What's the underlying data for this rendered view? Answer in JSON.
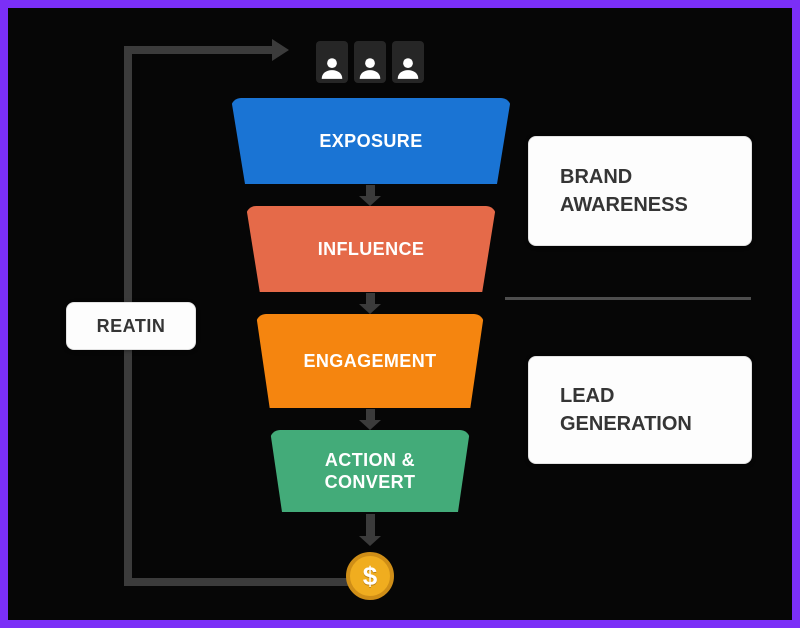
{
  "diagram": {
    "background": "#060606",
    "border_color": "#7b2ff7",
    "connector_color": "#3b3b3b"
  },
  "funnel": {
    "stages": [
      {
        "label": "EXPOSURE",
        "color": "#1a74d4"
      },
      {
        "label": "INFLUENCE",
        "color": "#e56a49"
      },
      {
        "label": "ENGAGEMENT",
        "color": "#f5850f"
      },
      {
        "label": "ACTION & CONVERT",
        "color": "#43ab79"
      }
    ]
  },
  "right_labels": [
    {
      "label": "BRAND AWARENESS"
    },
    {
      "label": "LEAD GENERATION"
    }
  ],
  "left_label": {
    "label": "REATIN"
  },
  "coin": {
    "symbol": "$",
    "fill": "#f0ad1f",
    "ring": "#cf8e17"
  },
  "icons": {
    "audience": "user-icon",
    "currency": "dollar-coin-icon",
    "flow": "arrow-down-icon",
    "loop": "retention-loop-line"
  }
}
